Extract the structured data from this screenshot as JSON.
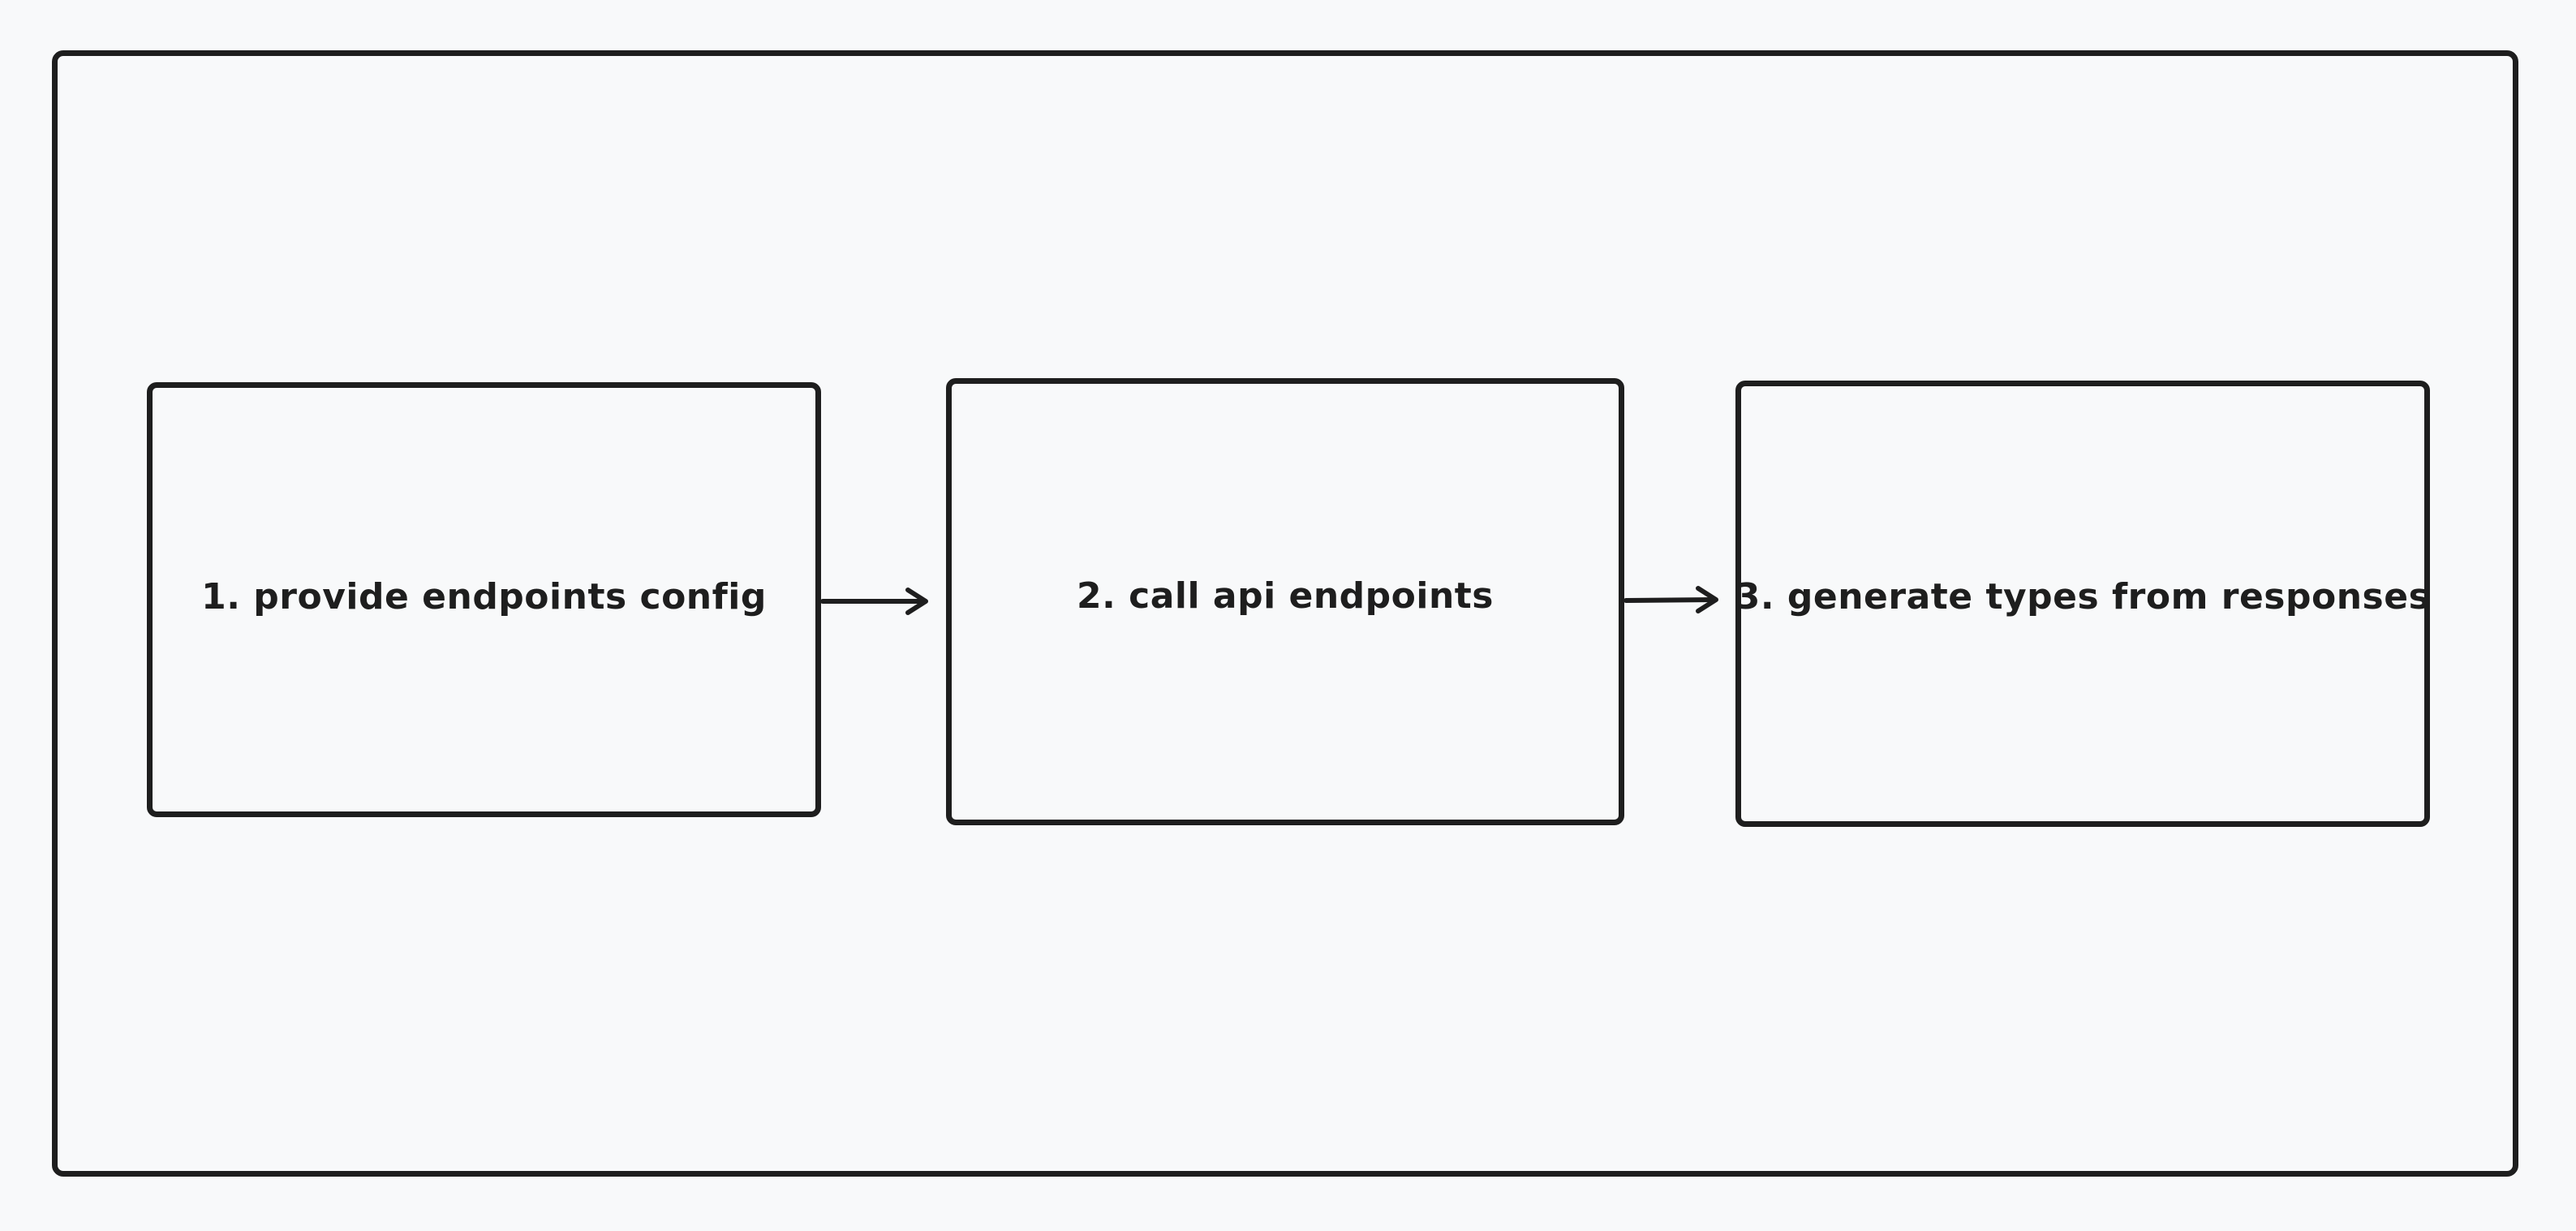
{
  "diagram": {
    "steps": [
      {
        "label": "1. provide endpoints config"
      },
      {
        "label": "2. call api endpoints"
      },
      {
        "label": "3. generate types from responses"
      }
    ],
    "edges": [
      {
        "from": "1. provide endpoints config",
        "to": "2. call api endpoints"
      },
      {
        "from": "2. call api endpoints",
        "to": "3. generate types from responses"
      }
    ]
  },
  "colors": {
    "background": "#f8f9fa",
    "stroke": "#1e1e1e",
    "text": "#1e1e1e"
  }
}
